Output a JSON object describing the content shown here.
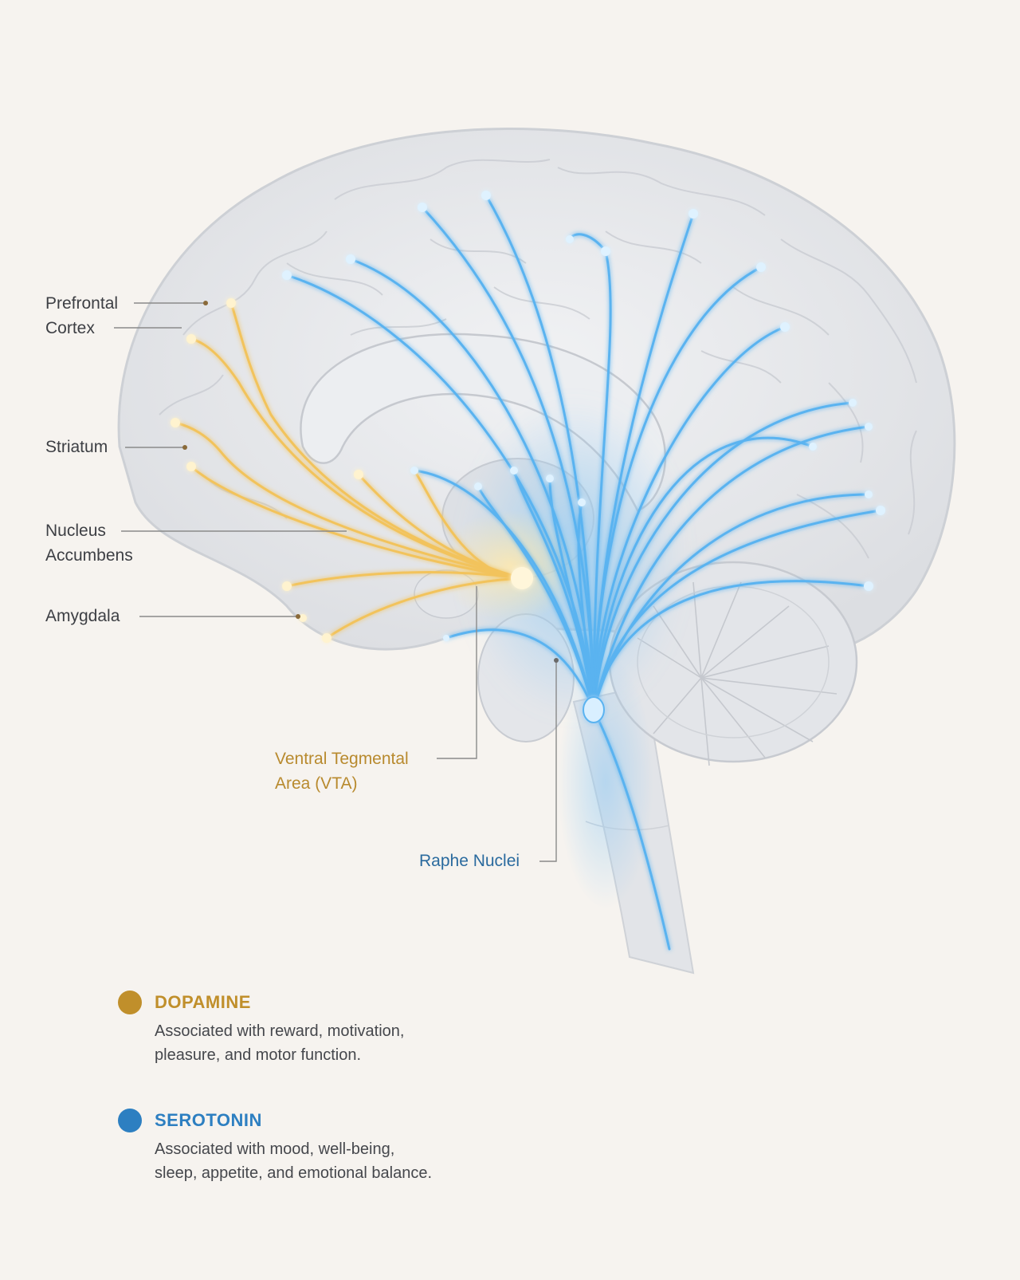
{
  "colors": {
    "background": "#f6f3ef",
    "dopamine": "#c08f2b",
    "dopamine_glow": "#ffd27a",
    "serotonin": "#2d7fc1",
    "serotonin_glow": "#6cc2ff",
    "label_text": "#3d3f44",
    "leader_line": "#8a8a8a"
  },
  "labels": {
    "prefrontal_cortex": [
      "Prefrontal",
      "Cortex"
    ],
    "striatum": "Striatum",
    "nucleus_accumbens": [
      "Nucleus",
      "Accumbens"
    ],
    "amygdala": "Amygdala",
    "vta": [
      "Ventral Tegmental",
      "Area (VTA)"
    ],
    "raphe_nuclei": "Raphe Nuclei"
  },
  "legend": {
    "dopamine": {
      "title": "DOPAMINE",
      "description_lines": [
        "Associated with reward, motivation,",
        "pleasure, and motor function."
      ],
      "icon": "dopamine-dot-icon"
    },
    "serotonin": {
      "title": "SEROTONIN",
      "description_lines": [
        "Associated with mood, well-being,",
        "sleep, appetite, and emotional balance."
      ],
      "icon": "serotonin-dot-icon"
    }
  }
}
